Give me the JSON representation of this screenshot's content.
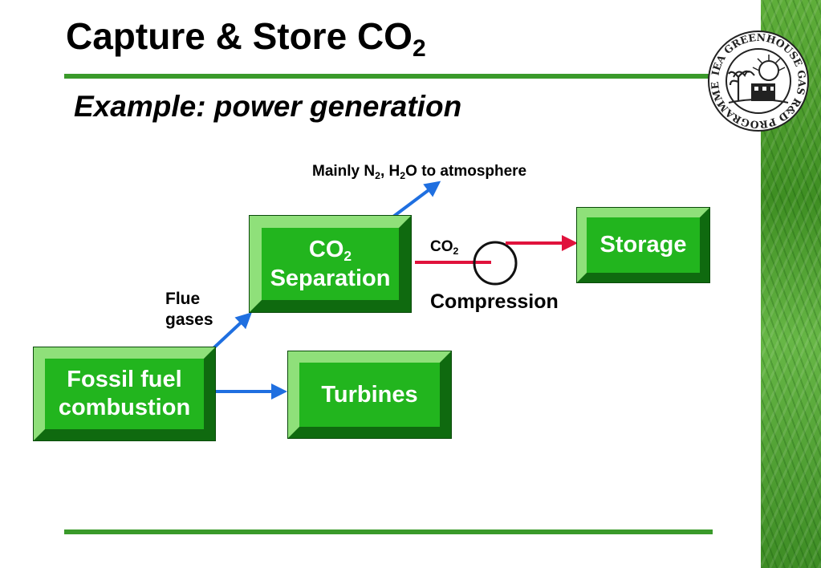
{
  "slide": {
    "title": "Capture & Store CO",
    "title_sub": "2",
    "subtitle": "Example: power generation"
  },
  "logo": {
    "ring_text": "IEA GREENHOUSE GAS R&D PROGRAMME"
  },
  "diagram": {
    "boxes": {
      "fossil_line1": "Fossil fuel",
      "fossil_line2": "combustion",
      "separation_line1": "CO",
      "separation_line1_sub": "2",
      "separation_line2": "Separation",
      "turbines": "Turbines",
      "storage": "Storage"
    },
    "labels": {
      "flue_line1": "Flue",
      "flue_line2": "gases",
      "mainly_prefix": "Mainly N",
      "mainly_n_sub": "2",
      "mainly_mid": ", H",
      "mainly_h_sub": "2",
      "mainly_suffix": "O to atmosphere",
      "co2_main": "CO",
      "co2_sub": "2",
      "compression": "Compression"
    },
    "colors": {
      "box_green": "#22b51e",
      "arrow_blue": "#1f6fe0",
      "arrow_red": "#e0123c",
      "rule_green": "#3a9a2a"
    }
  }
}
